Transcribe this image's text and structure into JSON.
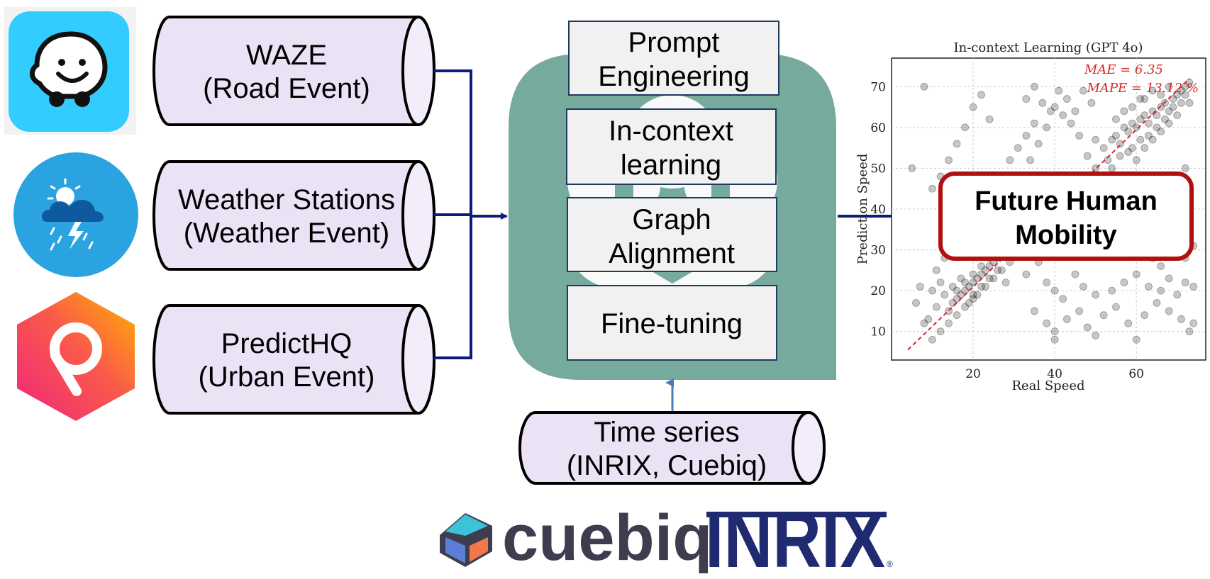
{
  "sources": [
    {
      "line1": "WAZE",
      "line2": "(Road Event)",
      "icon": "waze-icon"
    },
    {
      "line1": "Weather Stations",
      "line2": "(Weather Event)",
      "icon": "weather-icon"
    },
    {
      "line1": "PredictHQ",
      "line2": "(Urban Event)",
      "icon": "predicthq-icon"
    }
  ],
  "methods": {
    "prompt": [
      "Prompt",
      "Engineering"
    ],
    "incontext": [
      "In-context",
      "learning"
    ],
    "graph": [
      "Graph",
      "Alignment"
    ],
    "finetune": [
      "Fine-tuning"
    ]
  },
  "timeseries": {
    "line1": "Time series",
    "line2": "(INRIX, Cuebiq)"
  },
  "output": {
    "line1": "Future Human",
    "line2": "Mobility"
  },
  "logos": {
    "cuebiq": "cuebiq",
    "inrix": "INRIX",
    "inrix_reg": "®"
  },
  "colors": {
    "cylinder_fill": "#ece2f6",
    "arrow": "#0d1b7a",
    "llm_green": "#76aa9c",
    "box_fill": "#f1f1f1",
    "box_border": "#1f3a5f",
    "output_border": "#b01010"
  },
  "chart_data": {
    "type": "scatter",
    "title": "In-context Learning (GPT 4o)",
    "xlabel": "Real Speed",
    "ylabel": "Prediction Speed",
    "xlim": [
      0,
      77
    ],
    "ylim": [
      3,
      77
    ],
    "xticks": [
      20,
      40,
      60
    ],
    "yticks": [
      10,
      20,
      30,
      40,
      50,
      60,
      70
    ],
    "grid": true,
    "annotations": [
      "MAE = 6.35",
      "MAPE = 13.12 %"
    ],
    "reference_line": {
      "x": [
        4,
        73
      ],
      "y": [
        5.5,
        72
      ]
    },
    "points": [
      [
        14,
        15
      ],
      [
        15,
        17
      ],
      [
        16,
        18
      ],
      [
        17,
        19
      ],
      [
        18,
        20
      ],
      [
        19,
        21
      ],
      [
        20,
        22
      ],
      [
        21,
        23
      ],
      [
        22,
        24
      ],
      [
        23,
        25
      ],
      [
        24,
        26
      ],
      [
        25,
        27
      ],
      [
        26,
        28
      ],
      [
        27,
        29
      ],
      [
        28,
        30
      ],
      [
        29,
        31
      ],
      [
        30,
        32
      ],
      [
        31,
        33
      ],
      [
        16,
        20
      ],
      [
        18,
        22
      ],
      [
        20,
        24
      ],
      [
        22,
        26
      ],
      [
        24,
        28
      ],
      [
        26,
        30
      ],
      [
        19,
        17
      ],
      [
        21,
        19
      ],
      [
        23,
        21
      ],
      [
        25,
        23
      ],
      [
        27,
        25
      ],
      [
        29,
        27
      ],
      [
        15,
        21
      ],
      [
        17,
        23
      ],
      [
        20,
        19
      ],
      [
        22,
        21
      ],
      [
        24,
        23
      ],
      [
        26,
        25
      ],
      [
        10,
        20
      ],
      [
        12,
        22
      ],
      [
        13,
        19
      ],
      [
        11,
        16
      ],
      [
        9,
        13
      ],
      [
        8,
        12
      ],
      [
        6,
        17
      ],
      [
        7,
        21
      ],
      [
        11,
        25
      ],
      [
        13,
        28
      ],
      [
        16,
        33
      ],
      [
        18,
        37
      ],
      [
        21,
        35
      ],
      [
        28,
        22
      ],
      [
        33,
        24
      ],
      [
        36,
        27
      ],
      [
        38,
        22
      ],
      [
        40,
        20
      ],
      [
        42,
        18
      ],
      [
        45,
        24
      ],
      [
        47,
        21
      ],
      [
        50,
        19
      ],
      [
        54,
        20
      ],
      [
        57,
        22
      ],
      [
        60,
        24
      ],
      [
        63,
        21
      ],
      [
        66,
        20
      ],
      [
        68,
        23
      ],
      [
        70,
        19
      ],
      [
        72,
        22
      ],
      [
        74,
        21
      ],
      [
        52,
        55
      ],
      [
        54,
        57
      ],
      [
        55,
        58
      ],
      [
        56,
        56
      ],
      [
        57,
        60
      ],
      [
        58,
        59
      ],
      [
        59,
        61
      ],
      [
        60,
        60
      ],
      [
        61,
        62
      ],
      [
        62,
        63
      ],
      [
        63,
        61
      ],
      [
        64,
        64
      ],
      [
        65,
        63
      ],
      [
        66,
        65
      ],
      [
        67,
        66
      ],
      [
        68,
        64
      ],
      [
        69,
        67
      ],
      [
        70,
        68
      ],
      [
        71,
        69
      ],
      [
        72,
        70
      ],
      [
        73,
        71
      ],
      [
        58,
        54
      ],
      [
        60,
        52
      ],
      [
        62,
        55
      ],
      [
        64,
        57
      ],
      [
        66,
        59
      ],
      [
        68,
        61
      ],
      [
        70,
        63
      ],
      [
        50,
        50
      ],
      [
        53,
        52
      ],
      [
        56,
        53
      ],
      [
        59,
        55
      ],
      [
        61,
        57
      ],
      [
        63,
        58
      ],
      [
        65,
        60
      ],
      [
        67,
        62
      ],
      [
        69,
        65
      ],
      [
        71,
        66
      ],
      [
        72,
        68
      ],
      [
        73,
        66
      ],
      [
        62,
        67
      ],
      [
        64,
        69
      ],
      [
        66,
        68
      ],
      [
        68,
        70
      ],
      [
        55,
        62
      ],
      [
        57,
        64
      ],
      [
        59,
        65
      ],
      [
        61,
        67
      ],
      [
        50,
        57
      ],
      [
        48,
        53
      ],
      [
        46,
        58
      ],
      [
        44,
        61
      ],
      [
        42,
        63
      ],
      [
        40,
        65
      ],
      [
        38,
        60
      ],
      [
        36,
        56
      ],
      [
        34,
        52
      ],
      [
        32,
        48
      ],
      [
        30,
        45
      ],
      [
        28,
        41
      ],
      [
        26,
        38
      ],
      [
        33,
        67
      ],
      [
        35,
        70
      ],
      [
        37,
        66
      ],
      [
        39,
        64
      ],
      [
        41,
        69
      ],
      [
        43,
        67
      ],
      [
        45,
        64
      ],
      [
        47,
        69
      ],
      [
        49,
        66
      ],
      [
        20,
        65
      ],
      [
        22,
        68
      ],
      [
        24,
        62
      ],
      [
        18,
        60
      ],
      [
        16,
        56
      ],
      [
        14,
        52
      ],
      [
        12,
        48
      ],
      [
        10,
        45
      ],
      [
        8,
        70
      ],
      [
        5,
        50
      ],
      [
        35,
        15
      ],
      [
        38,
        12
      ],
      [
        40,
        10
      ],
      [
        43,
        13
      ],
      [
        46,
        15
      ],
      [
        48,
        11
      ],
      [
        52,
        14
      ],
      [
        55,
        16
      ],
      [
        58,
        12
      ],
      [
        62,
        14
      ],
      [
        65,
        17
      ],
      [
        68,
        15
      ],
      [
        71,
        13
      ],
      [
        73,
        10
      ],
      [
        74,
        12
      ],
      [
        40,
        8
      ],
      [
        50,
        9
      ],
      [
        60,
        8
      ],
      [
        44,
        40
      ],
      [
        46,
        44
      ],
      [
        48,
        47
      ],
      [
        36,
        35
      ],
      [
        38,
        38
      ],
      [
        40,
        42
      ],
      [
        34,
        33
      ],
      [
        42,
        36
      ],
      [
        50,
        45
      ],
      [
        52,
        48
      ],
      [
        54,
        50
      ],
      [
        56,
        46
      ],
      [
        58,
        44
      ],
      [
        60,
        42
      ],
      [
        62,
        46
      ],
      [
        64,
        48
      ],
      [
        66,
        44
      ],
      [
        68,
        46
      ],
      [
        70,
        48
      ],
      [
        72,
        50
      ],
      [
        73,
        45
      ],
      [
        65,
        38
      ],
      [
        67,
        35
      ],
      [
        69,
        33
      ],
      [
        71,
        36
      ],
      [
        73,
        34
      ],
      [
        60,
        32
      ],
      [
        62,
        30
      ],
      [
        64,
        28
      ],
      [
        66,
        26
      ],
      [
        70,
        30
      ],
      [
        72,
        28
      ],
      [
        74,
        31
      ],
      [
        25,
        45
      ],
      [
        27,
        48
      ],
      [
        29,
        52
      ],
      [
        31,
        55
      ],
      [
        33,
        58
      ],
      [
        35,
        61
      ],
      [
        22,
        40
      ],
      [
        24,
        43
      ],
      [
        26,
        46
      ],
      [
        10,
        8
      ],
      [
        12,
        10
      ],
      [
        14,
        12
      ],
      [
        16,
        14
      ],
      [
        18,
        16
      ],
      [
        20,
        18
      ]
    ]
  }
}
